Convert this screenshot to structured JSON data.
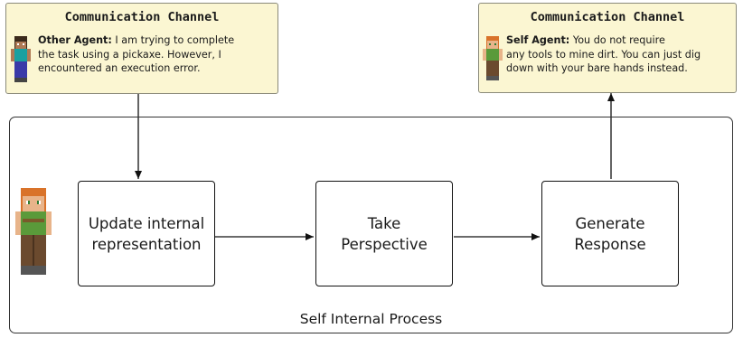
{
  "left_channel": {
    "title": "Communication Channel",
    "speaker": "Other Agent:",
    "line1": " I am trying to complete",
    "line2": "the task using a pickaxe. However, I",
    "line3": "encountered an execution error."
  },
  "right_channel": {
    "title": "Communication Channel",
    "speaker": "Self Agent:",
    "line1": " You do not require",
    "line2": "any tools to mine dirt. You can just dig",
    "line3": "down with your bare hands instead."
  },
  "process": {
    "label": "Self Internal Process",
    "steps": [
      {
        "line1": "Update internal",
        "line2": "representation"
      },
      {
        "line1": "Take",
        "line2": "Perspective"
      },
      {
        "line1": "Generate",
        "line2": "Response"
      }
    ]
  },
  "colors": {
    "channel_fill": "#fbf6d2",
    "steve_shirt": "#1aa0a0",
    "alex_shirt": "#5a9a3a"
  }
}
